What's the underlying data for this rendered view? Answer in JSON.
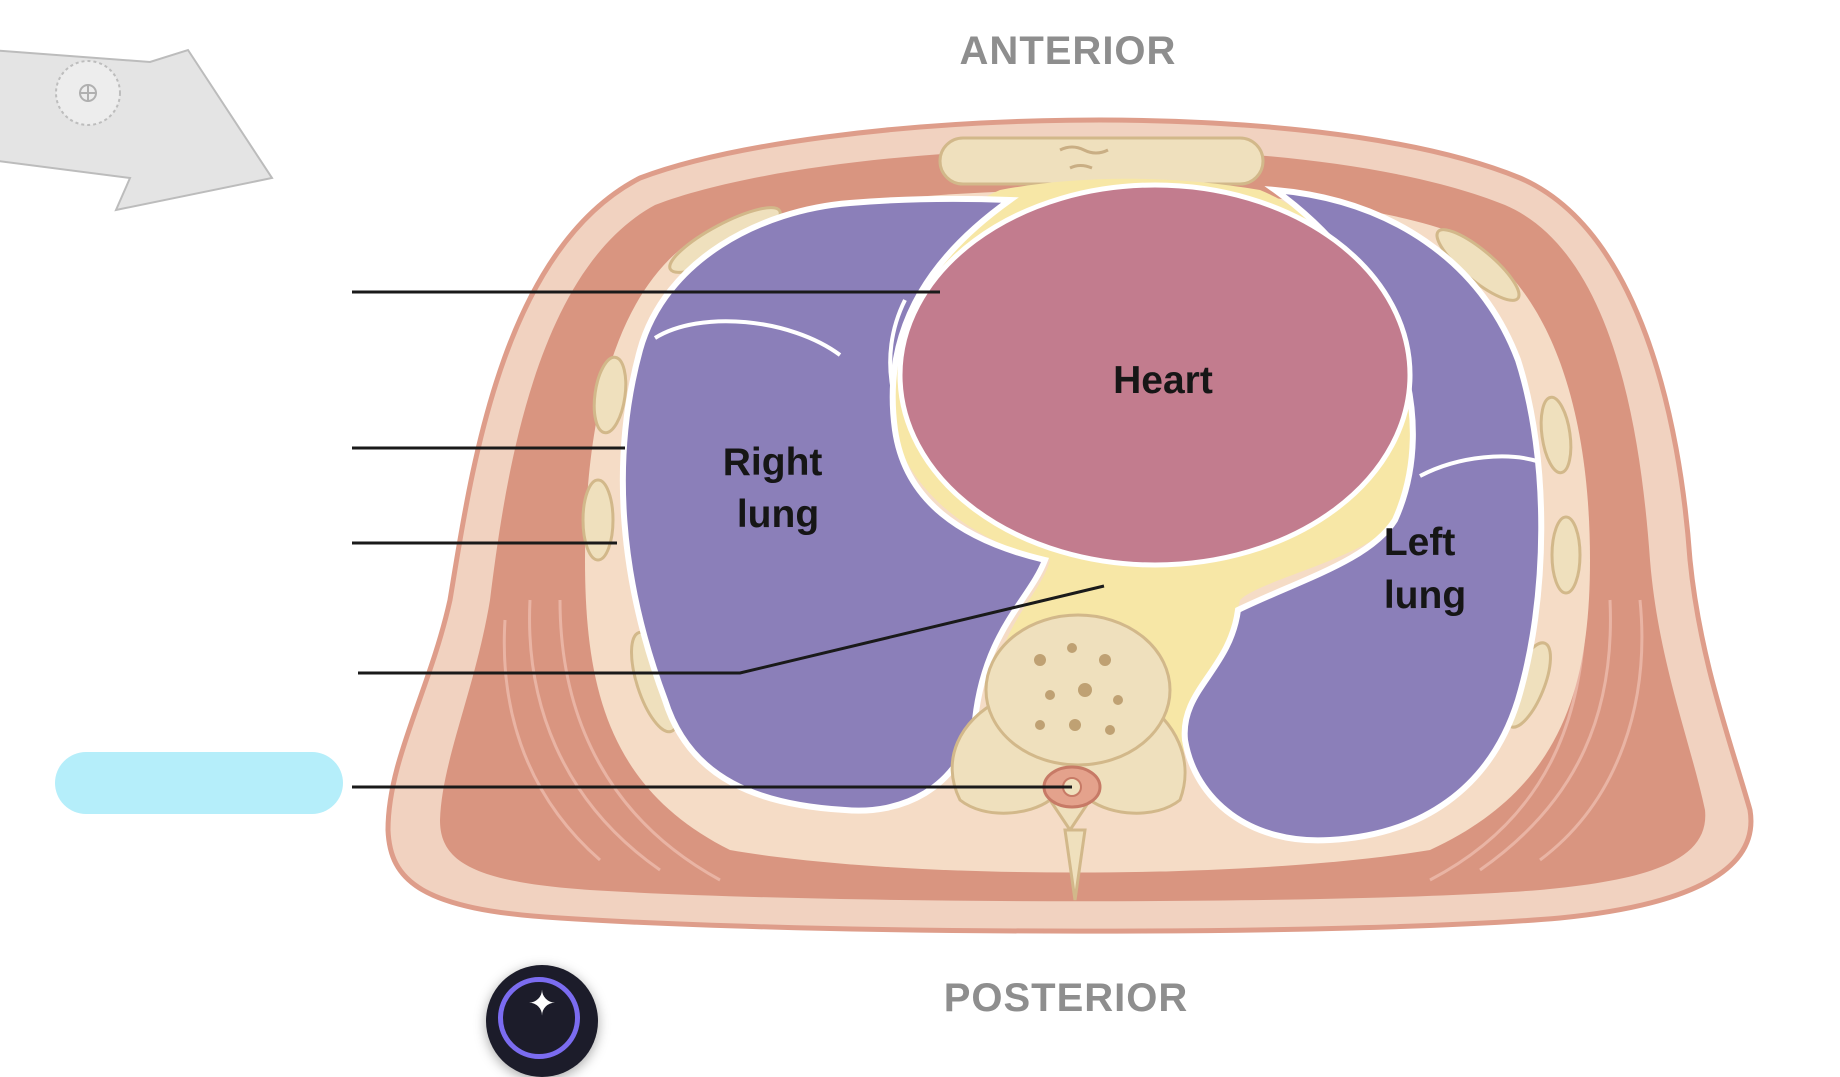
{
  "orientation": {
    "top": "ANTERIOR",
    "bottom": "POSTERIOR"
  },
  "organs": {
    "heart": "Heart",
    "right_lung": [
      "Right",
      "lung"
    ],
    "left_lung": [
      "Left",
      "lung"
    ]
  },
  "annotation_controls": {
    "arrow_icon": "arrow-right-icon",
    "move_handle_icon": "move-crosshair-icon",
    "ai_button_icon": "sparkle-icon"
  },
  "colors": {
    "lung": "#8b7fb9",
    "heart": "#c27c8e",
    "mediastinum_fat": "#f7e7a6",
    "muscle": "#d99580",
    "skin": "#f1d2c0",
    "bone": "#efe0bd",
    "label_highlight": "#b5eefa",
    "pleura_line": "#ffffff",
    "orientation_text": "#8e8e8e"
  }
}
